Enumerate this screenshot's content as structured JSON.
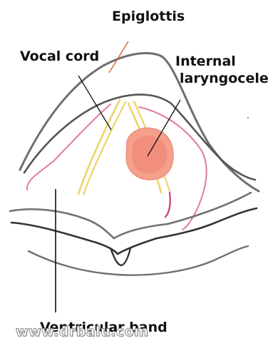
{
  "labels": {
    "epiglottis": "Epiglottis",
    "vocal_cord": "Vocal cord",
    "internal_laryngocele_line1": "Internal",
    "internal_laryngocele_line2": "laryngocele",
    "ventricular_band": "Ventricular band"
  },
  "watermark": "www.drbalu.com",
  "colors": {
    "outline": "#6e6e6e",
    "pink_edge": "#e07aa0",
    "vocal_cord": "#efd36a",
    "laryngocele_fill": "#f4a08a",
    "laryngocele_core": "#f07f72",
    "pointer_black": "#111111",
    "pointer_epiglottis": "#d4663a"
  }
}
